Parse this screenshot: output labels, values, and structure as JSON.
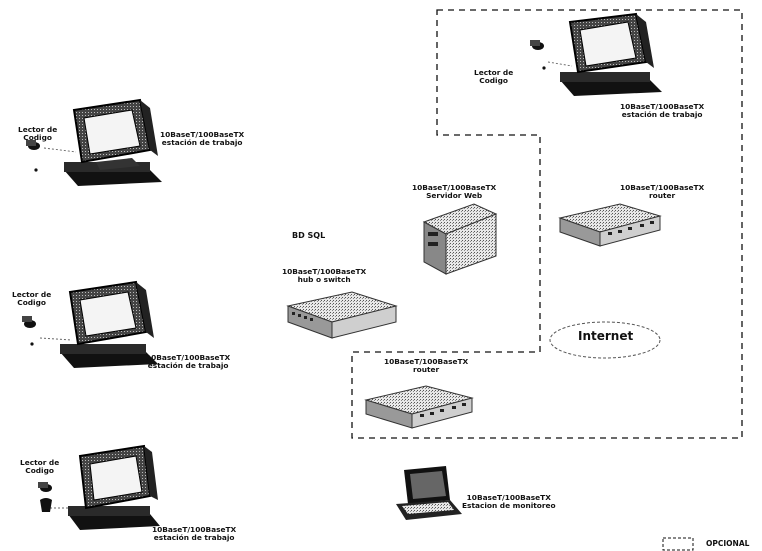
{
  "labels": {
    "ws1_line1": "10BaseT/100BaseTX",
    "ws1_line2": "estación de trabajo",
    "ws2_line1": "10BaseT/100BaseTX",
    "ws2_line2": "estación de trabajo",
    "ws3_line1": "10BaseT/100BaseTX",
    "ws3_line2": "estación de trabajo",
    "ws4_line1": "10BaseT/100BaseTX",
    "ws4_line2": "estación de trabajo",
    "reader1_line1": "Lector de",
    "reader1_line2": "Codigo",
    "reader2_line1": "Lector de",
    "reader2_line2": "Codigo",
    "reader3_line1": "Lector de",
    "reader3_line2": "Codigo",
    "reader4_line1": "Lector de",
    "reader4_line2": "Codigo",
    "server_line1": "10BaseT/100BaseTX",
    "server_line2": "Servidor Web",
    "db": "BD SQL",
    "hub_line1": "10BaseT/100BaseTX",
    "hub_line2": "hub o switch",
    "router_top_line1": "10BaseT/100BaseTX",
    "router_top_line2": "router",
    "router_bottom_line1": "10BaseT/100BaseTX",
    "router_bottom_line2": "router",
    "internet": "Internet",
    "laptop_line1": "10BaseT/100BaseTX",
    "laptop_line2": "Estacion de monitoreo",
    "legend": "OPCIONAL"
  }
}
